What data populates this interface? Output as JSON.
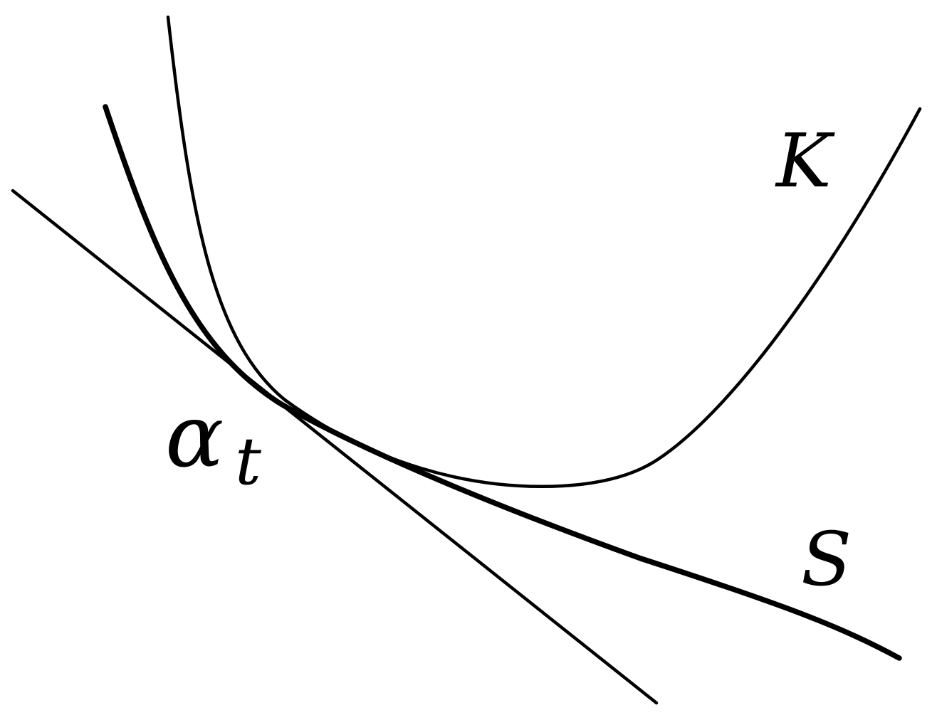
{
  "diagram": {
    "labels": {
      "curve_k": "K",
      "curve_s": "S",
      "tangent_point_symbol": "α",
      "tangent_point_subscript": "t"
    },
    "colors": {
      "stroke": "#000000",
      "background": "#ffffff",
      "text": "#000000"
    }
  }
}
